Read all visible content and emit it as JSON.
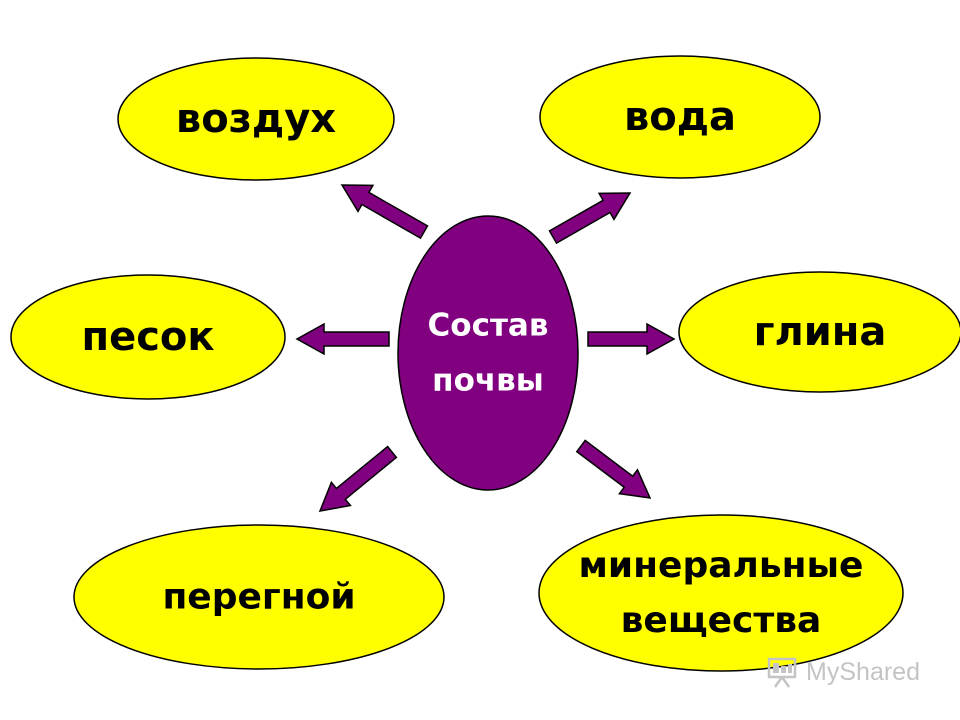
{
  "diagram": {
    "center": {
      "lines": [
        "Состав",
        "почвы"
      ]
    },
    "nodes": [
      {
        "id": "vozdukh",
        "lines": [
          "воздух"
        ]
      },
      {
        "id": "voda",
        "lines": [
          "вода"
        ]
      },
      {
        "id": "pesok",
        "lines": [
          "песок"
        ]
      },
      {
        "id": "glina",
        "lines": [
          "глина"
        ]
      },
      {
        "id": "peregnoy",
        "lines": [
          "перегной"
        ]
      },
      {
        "id": "mineralnye",
        "lines": [
          "минеральные",
          "вещества"
        ]
      }
    ],
    "colors": {
      "node_fill": "#FFFF00",
      "center_fill": "#800080",
      "arrow_fill": "#800080",
      "outline": "#000000",
      "text": "#000000"
    }
  },
  "watermark": {
    "text": "MyShared",
    "icon": "presentation-board-icon"
  }
}
